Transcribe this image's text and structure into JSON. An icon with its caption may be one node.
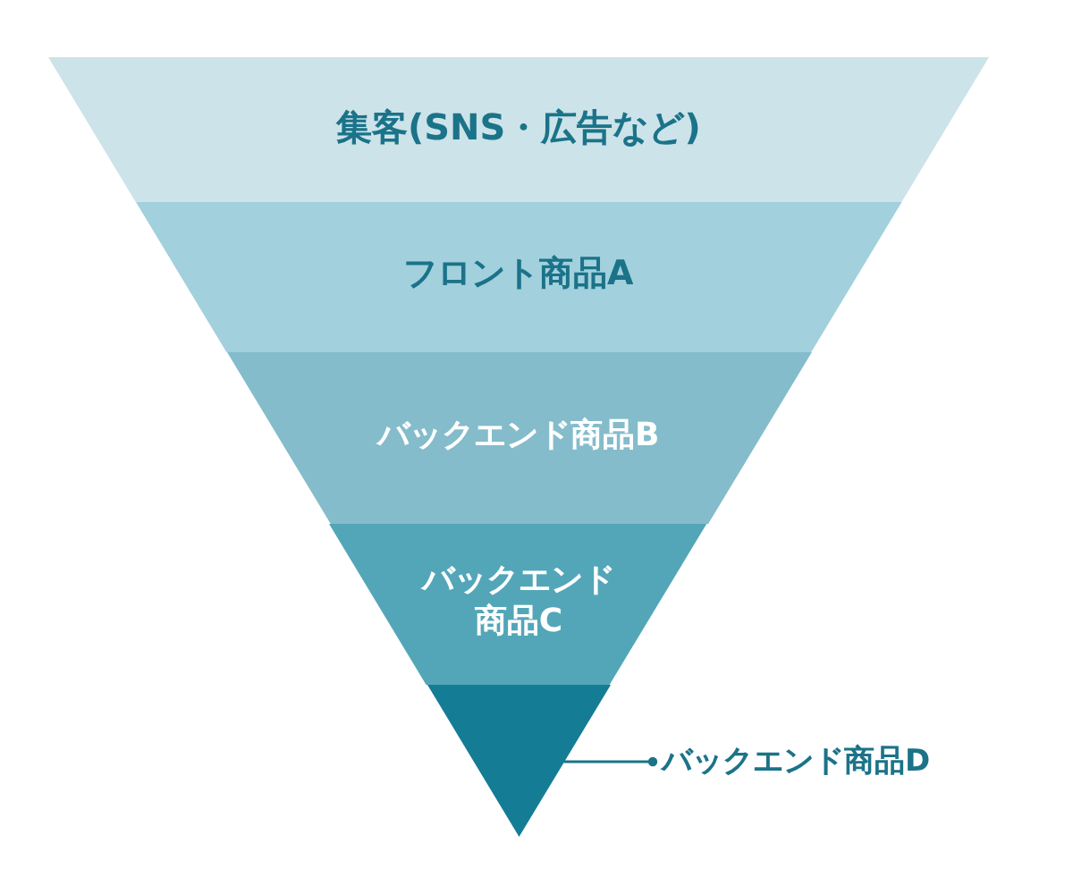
{
  "diagram": {
    "nodes": [
      {
        "text": [
          "集客(SNS・広告など)"
        ]
      },
      {
        "text": [
          "フロント商品A"
        ]
      },
      {
        "text": [
          "バックエンド商品B"
        ]
      },
      {
        "text": [
          "バックエンド商品C"
        ]
      },
      {
        "text": [],
        "shape": "triangle"
      },
      {
        "text": [
          "バックエンド商品D"
        ]
      }
    ],
    "edges": [
      {
        "from": 5,
        "to": 4,
        "arrow": "other"
      }
    ]
  }
}
